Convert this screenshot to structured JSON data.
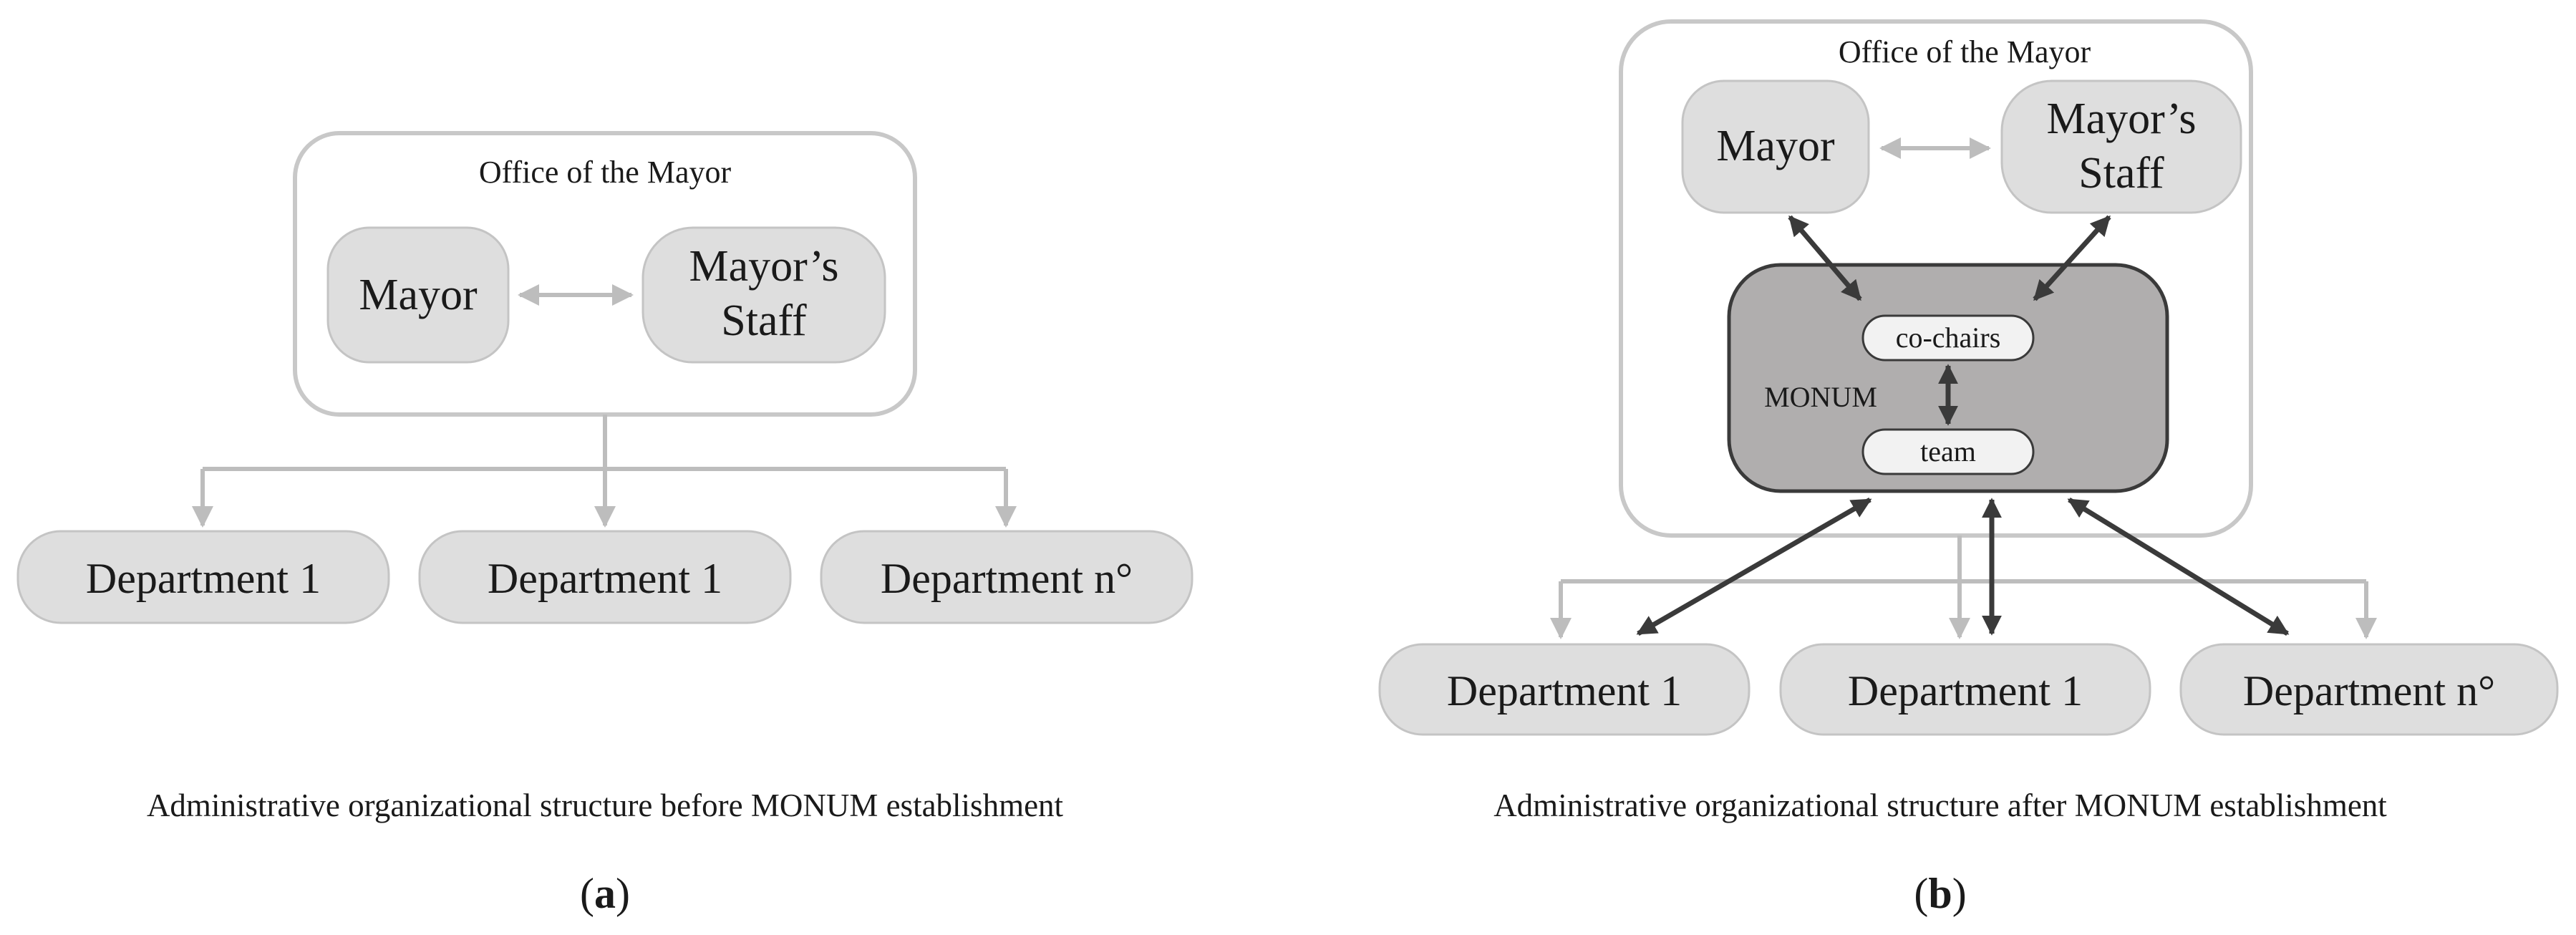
{
  "panel_a": {
    "office_label": "Office of the Mayor",
    "mayor": "Mayor",
    "staff_line1": "Mayor’s",
    "staff_line2": "Staff",
    "departments": [
      "Department 1",
      "Department 1",
      "Department n°"
    ],
    "caption": "Administrative organizational structure before MONUM establishment",
    "sublabel_open": "(",
    "sublabel_letter": "a",
    "sublabel_close": ")"
  },
  "panel_b": {
    "office_label": "Office of the Mayor",
    "mayor": "Mayor",
    "staff_line1": "Mayor’s",
    "staff_line2": "Staff",
    "monum_label": "MONUM",
    "cochairs": "co-chairs",
    "team": "team",
    "departments": [
      "Department 1",
      "Department 1",
      "Department n°"
    ],
    "caption": "Administrative organizational structure after MONUM establishment",
    "sublabel_open": "(",
    "sublabel_letter": "b",
    "sublabel_close": ")"
  },
  "colors": {
    "box_fill": "#dedede",
    "box_stroke": "#c4c4c4",
    "office_stroke": "#c8c8c8",
    "light_arrow": "#bdbdbd",
    "dark_arrow": "#3a3a3a",
    "monum_fill": "#b0aeae",
    "pill_fill": "#f2f2f2"
  }
}
